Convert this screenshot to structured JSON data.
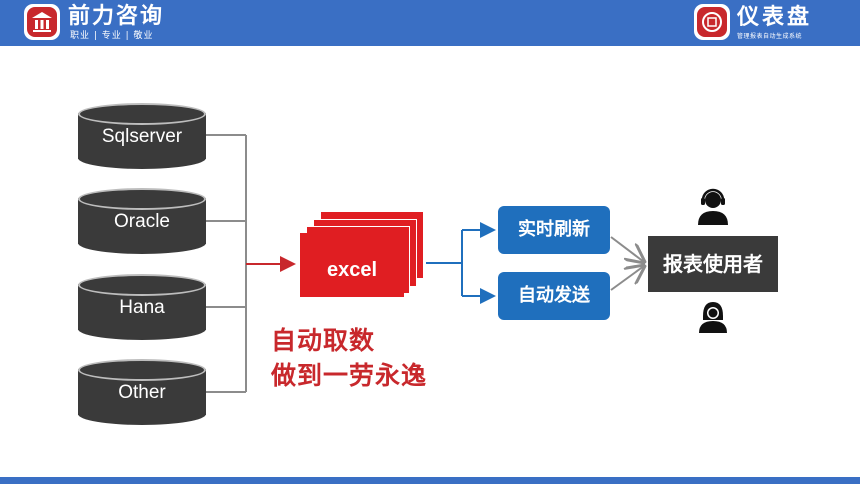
{
  "header": {
    "left_logo": {
      "name": "前力咨询",
      "tagline": "职业 | 专业 | 敬业",
      "icon": "building-logo-icon"
    },
    "right_logo": {
      "name": "仪表盘",
      "tagline": "管理报表自动生成系统",
      "icon": "report-logo-icon"
    }
  },
  "sources": [
    {
      "label": "Sqlserver",
      "icon": "database-icon"
    },
    {
      "label": "Oracle",
      "icon": "database-icon"
    },
    {
      "label": "Hana",
      "icon": "database-icon"
    },
    {
      "label": "Other",
      "icon": "database-icon"
    }
  ],
  "excel": {
    "label": "excel",
    "icon": "stacked-sheets-icon"
  },
  "caption": {
    "line1": "自动取数",
    "line2": "做到一劳永逸"
  },
  "actions": [
    {
      "label": "实时刷新"
    },
    {
      "label": "自动发送"
    }
  ],
  "users": {
    "label": "报表使用者",
    "icons": [
      "male-user-icon",
      "female-user-icon"
    ]
  },
  "colors": {
    "header_blue": "#3a6fc4",
    "database_dark": "#3a3a3a",
    "excel_red": "#e01e22",
    "caption_red": "#c8282c",
    "action_blue": "#1f6fbd",
    "connector_gray": "#8c8c8c"
  }
}
